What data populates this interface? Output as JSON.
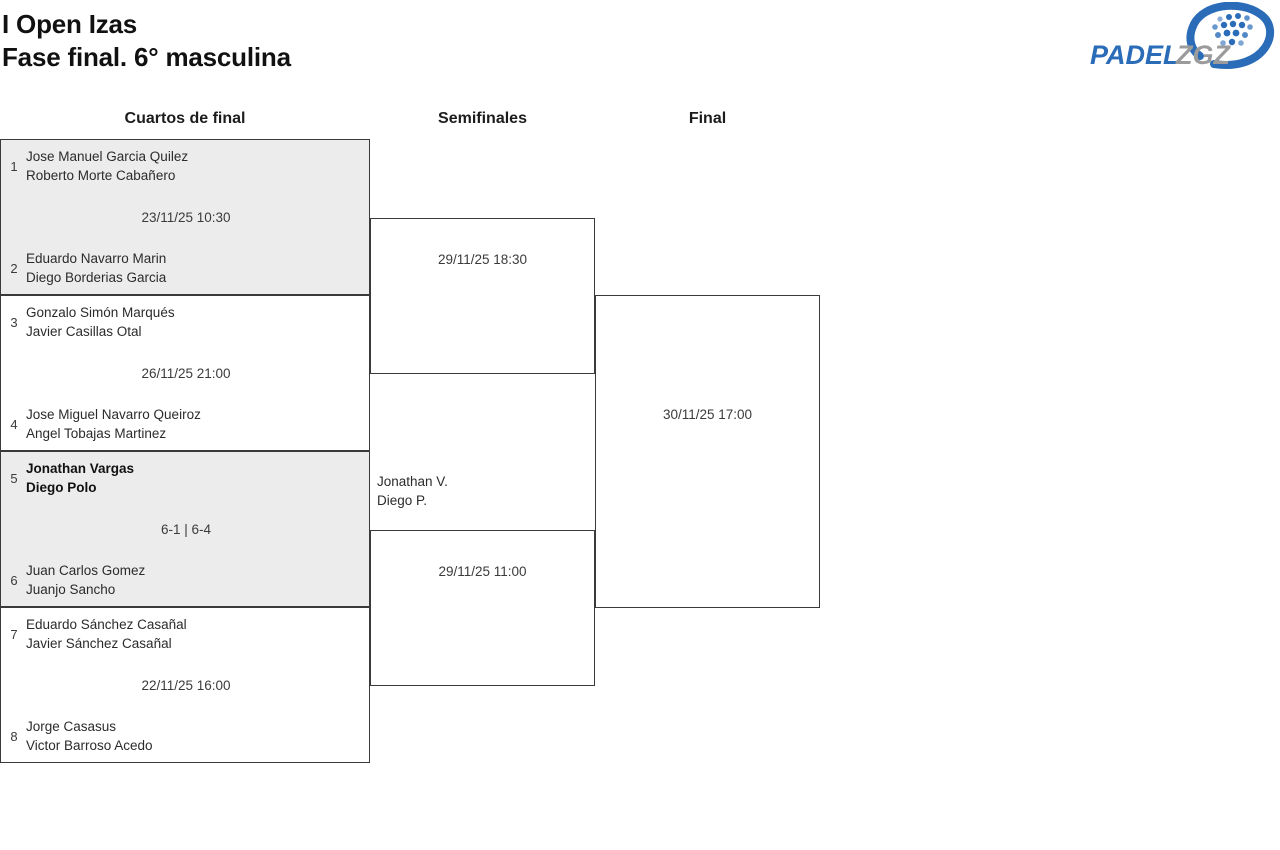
{
  "header": {
    "title_line1": "I Open Izas",
    "title_line2": "Fase final. 6° masculina",
    "logo": {
      "name": "padelzgz-logo",
      "text_primary": "PADEL",
      "text_secondary": "ZGZ",
      "color_primary": "#2a6cb8",
      "color_secondary": "#9b9b9b"
    }
  },
  "rounds": [
    {
      "label": "Cuartos de final"
    },
    {
      "label": "Semifinales"
    },
    {
      "label": "Final"
    }
  ],
  "quarterfinals": [
    {
      "shaded": true,
      "top": {
        "seed": "1",
        "player1": "Jose Manuel Garcia Quilez",
        "player2": "Roberto Morte Cabañero",
        "winner": false
      },
      "bottom": {
        "seed": "2",
        "player1": "Eduardo Navarro Marin",
        "player2": "Diego Borderias Garcia",
        "winner": false
      },
      "meta": "23/11/25 10:30"
    },
    {
      "shaded": false,
      "top": {
        "seed": "3",
        "player1": "Gonzalo Simón Marqués",
        "player2": "Javier Casillas Otal",
        "winner": false
      },
      "bottom": {
        "seed": "4",
        "player1": "Jose Miguel Navarro Queiroz",
        "player2": "Angel Tobajas Martinez",
        "winner": false
      },
      "meta": "26/11/25 21:00"
    },
    {
      "shaded": true,
      "top": {
        "seed": "5",
        "player1": "Jonathan Vargas",
        "player2": "Diego Polo",
        "winner": true
      },
      "bottom": {
        "seed": "6",
        "player1": "Juan Carlos Gomez",
        "player2": "Juanjo Sancho",
        "winner": false
      },
      "meta": "6-1 | 6-4"
    },
    {
      "shaded": false,
      "top": {
        "seed": "7",
        "player1": "Eduardo Sánchez Casañal",
        "player2": "Javier Sánchez Casañal",
        "winner": false
      },
      "bottom": {
        "seed": "8",
        "player1": "Jorge Casasus",
        "player2": "Victor Barroso Acedo",
        "winner": false
      },
      "meta": "22/11/25 16:00"
    }
  ],
  "semifinals": [
    {
      "meta": "29/11/25 18:30",
      "advanced_player1": "",
      "advanced_player2": ""
    },
    {
      "meta": "29/11/25 11:00",
      "advanced_player1": "Jonathan V.",
      "advanced_player2": "Diego P."
    }
  ],
  "final": {
    "meta": "30/11/25 17:00"
  }
}
